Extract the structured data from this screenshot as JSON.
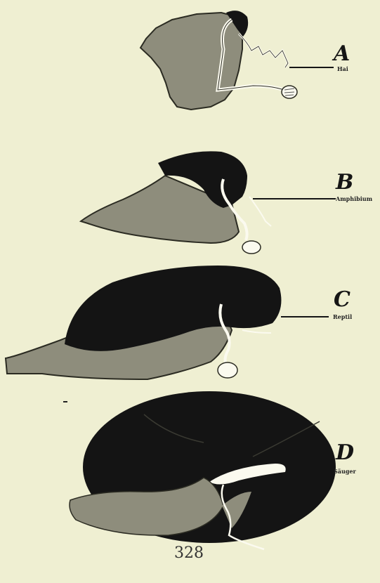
{
  "figures": [
    {
      "letter": "A",
      "label": "Hai"
    },
    {
      "letter": "B",
      "label": "Amphibium"
    },
    {
      "letter": "C",
      "label": "Reptil"
    },
    {
      "letter": "D",
      "label": "Säuger"
    }
  ],
  "page_number": "328",
  "colors": {
    "background": "#efefd2",
    "cerebellum_gray": "#8e8d7c",
    "cerebrum_dark": "#141414",
    "outline_white": "#fbfaef"
  }
}
